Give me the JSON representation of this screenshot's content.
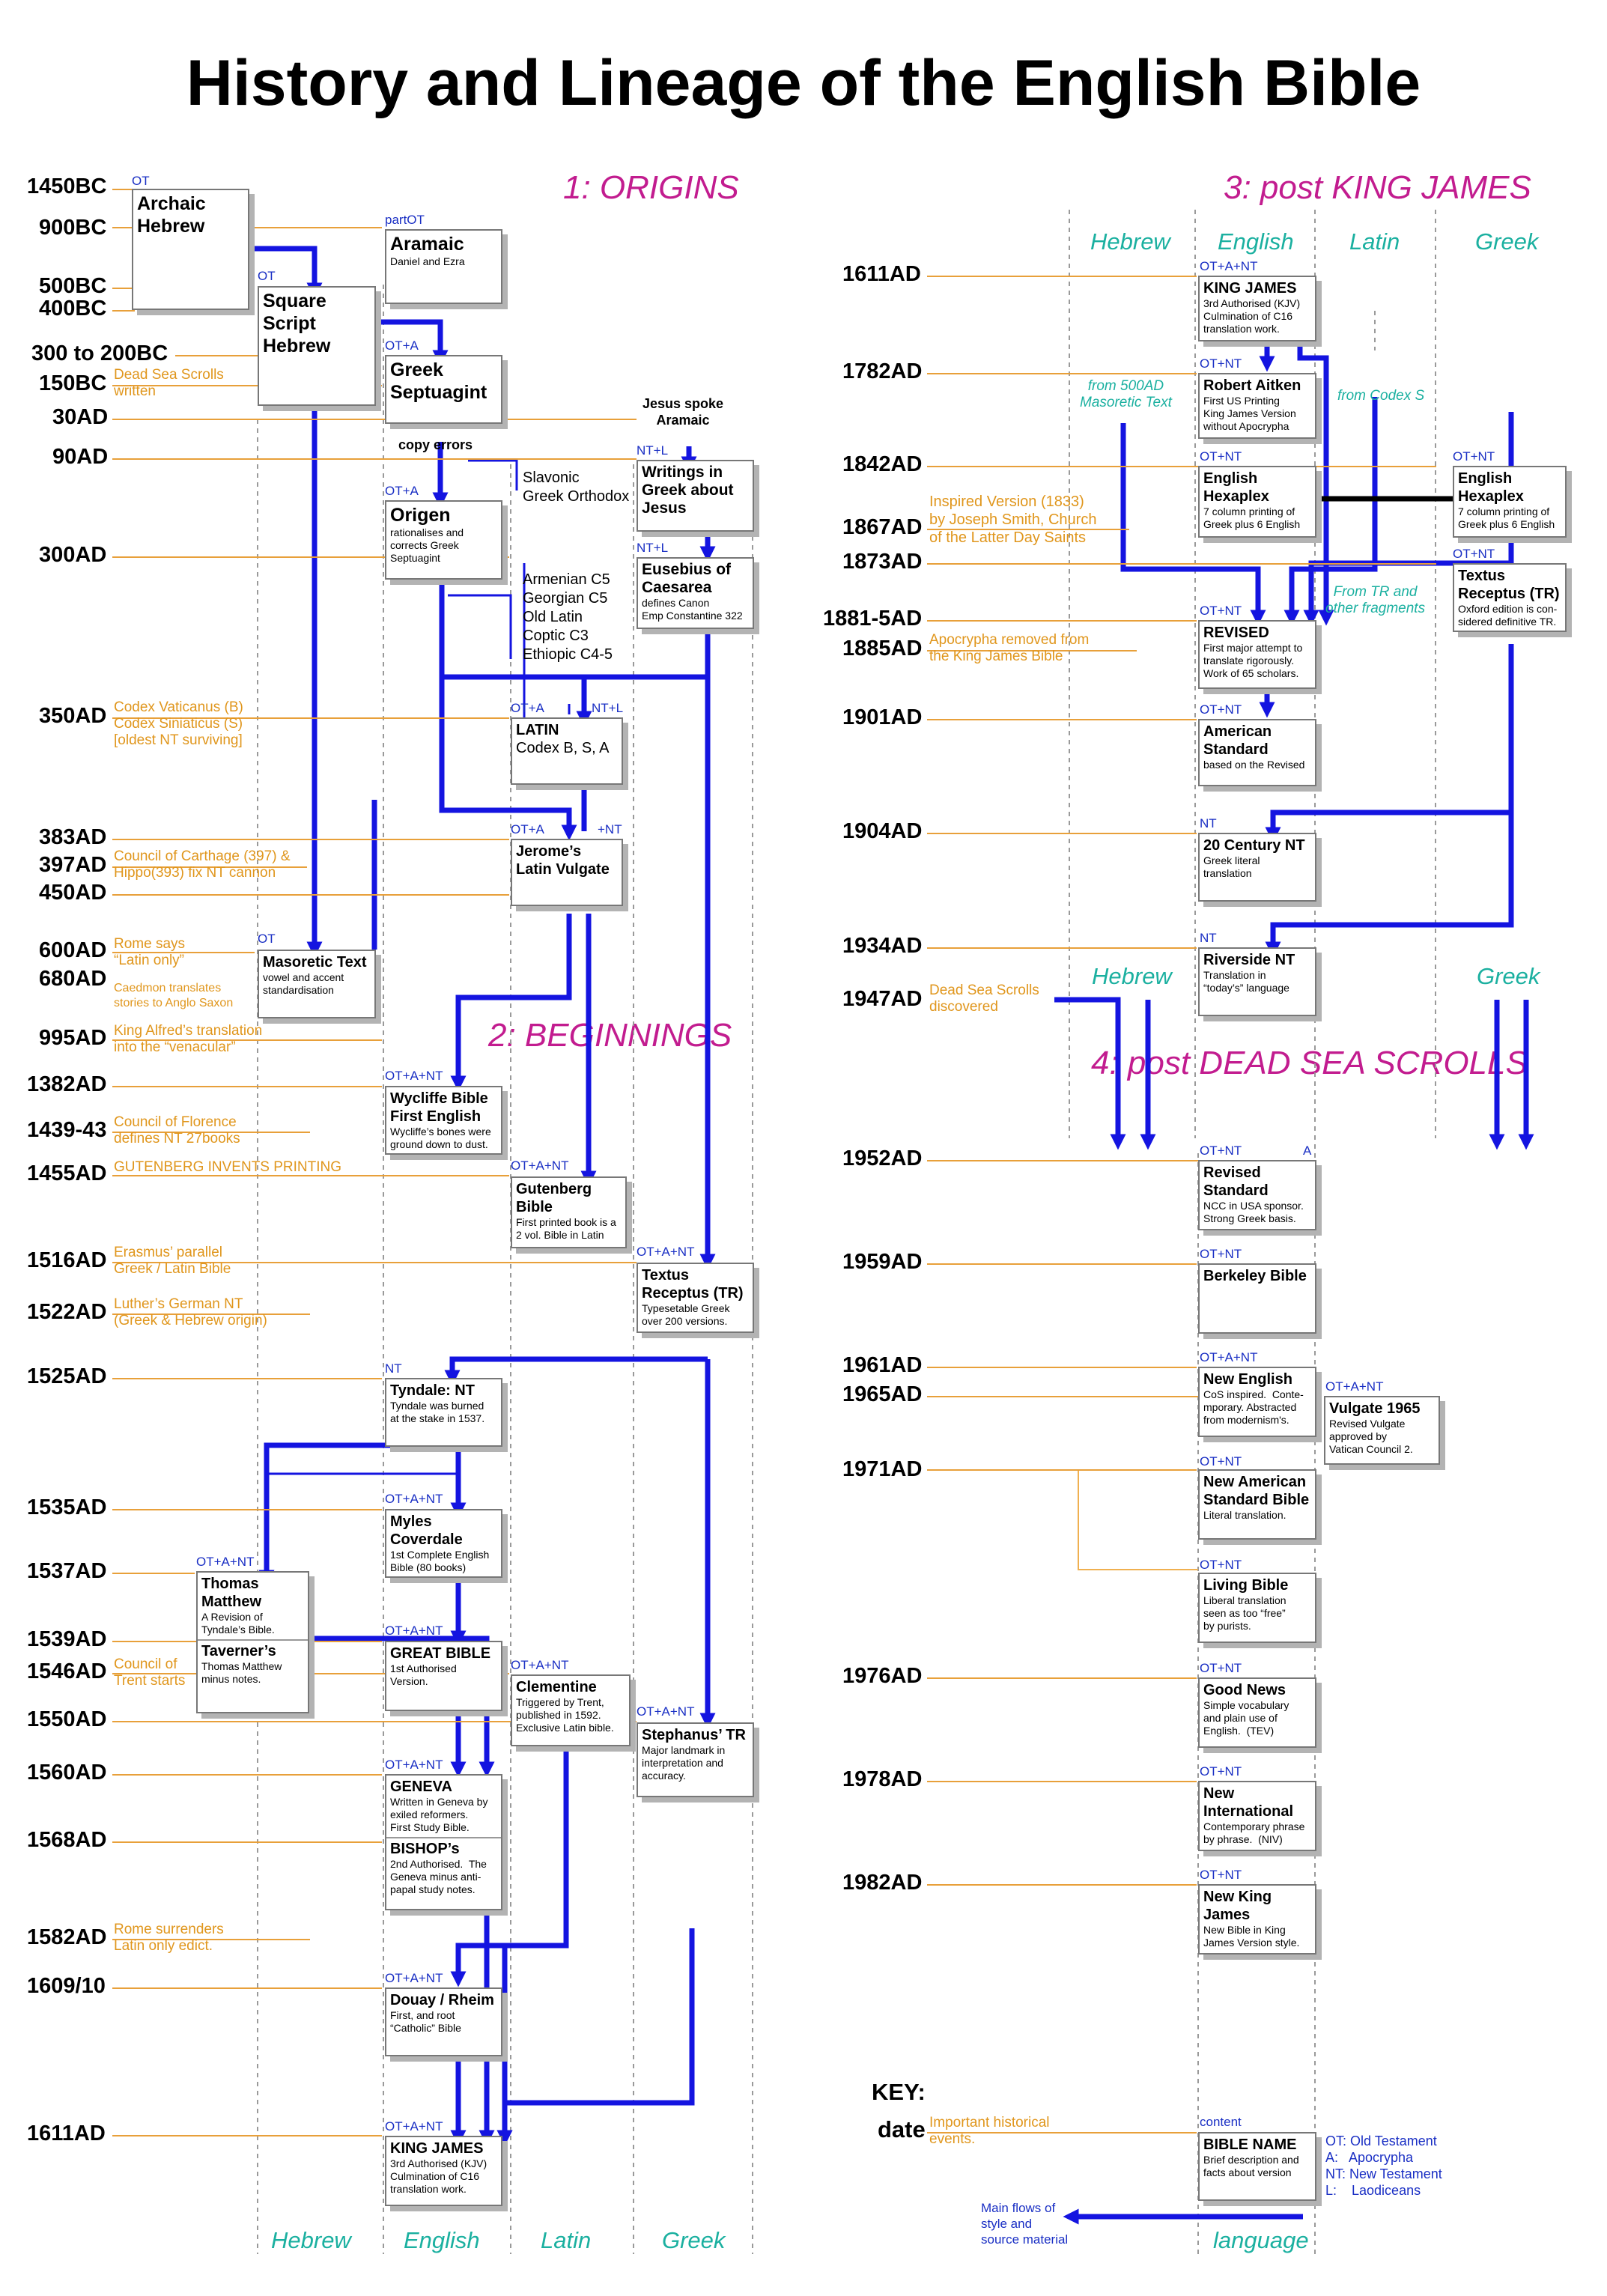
{
  "title": "History and Lineage of the English Bible",
  "sections": {
    "s1": "1: ORIGINS",
    "s2": "2: BEGINNINGS",
    "s3": "3: post KING JAMES",
    "s4": "4: post DEAD SEA SCROLLS"
  },
  "languages": {
    "hebrew": "Hebrew",
    "english": "English",
    "latin": "Latin",
    "greek": "Greek"
  },
  "left_dates": [
    "1450BC",
    "900BC",
    "500BC",
    "400BC",
    "300 to 200BC",
    "150BC",
    "30AD",
    "90AD",
    "300AD",
    "350AD",
    "383AD",
    "397AD",
    "450AD",
    "600AD",
    "680AD",
    "995AD",
    "1382AD",
    "1439-43",
    "1455AD",
    "1516AD",
    "1522AD",
    "1525AD",
    "1535AD",
    "1537AD",
    "1539AD",
    "1546AD",
    "1550AD",
    "1560AD",
    "1568AD",
    "1582AD",
    "1609/10",
    "1611AD"
  ],
  "right_dates": [
    "1611AD",
    "1782AD",
    "1842AD",
    "1867AD",
    "1873AD",
    "1881-5AD",
    "1885AD",
    "1901AD",
    "1904AD",
    "1934AD",
    "1947AD",
    "1952AD",
    "1959AD",
    "1961AD",
    "1965AD",
    "1971AD",
    "1976AD",
    "1978AD",
    "1982AD"
  ],
  "events": {
    "dss": "Dead Sea Scrolls\nwritten",
    "codex": "Codex Vaticanus (B)\nCodex Siniaticus (S)\n[oldest NT surviving]",
    "carthage": "Council of Carthage (397) &\nHippo(393) fix NT cannon",
    "rome": "Rome says\n“Latin only”",
    "caedmon": "Caedmon translates\nstories to Anglo Saxon",
    "alfred": "King Alfred’s translation\ninto the “venacular”",
    "florence": "Council of Florence\ndefines NT 27books",
    "gutenberg": "GUTENBERG INVENTS PRINTING",
    "erasmus": "Erasmus’ parallel\nGreek / Latin Bible",
    "luther": "Luther’s German NT\n(Greek & Hebrew origin)",
    "trent": "Council of\nTrent starts",
    "rome_surr": "Rome surrenders\nLatin only edict.",
    "inspired": "Inspired Version (1833)\nby Joseph Smith, Church\nof the Latter Day Saints",
    "apocrypha": "Apocrypha removed from\nthe King James Bible",
    "dss_disc": "Dead Sea Scrolls\ndiscovered"
  },
  "tags": {
    "ot": "OT",
    "partot": "partOT",
    "ota": "OT+A",
    "ntl": "NT+L",
    "otanta": "OT+A+NT",
    "nt": "NT",
    "otnt": "OT+NT",
    "otaplus": "OT+A",
    "ntplusl": "NT+L",
    "plusnt": "+NT",
    "a": "A",
    "content": "content"
  },
  "boxes": {
    "archaic": {
      "name": "Archaic\nHebrew",
      "desc": ""
    },
    "aramaic": {
      "name": "Aramaic",
      "desc": "Daniel and Ezra"
    },
    "square": {
      "name": "Square\nScript\nHebrew",
      "desc": ""
    },
    "septuagint": {
      "name": "Greek\nSeptuagint",
      "desc": ""
    },
    "writings": {
      "name": "Writings in\nGreek about\nJesus",
      "desc": ""
    },
    "origen": {
      "name": "Origen",
      "desc": "rationalises and\ncorrects Greek\nSeptuagint"
    },
    "eusebius": {
      "name": "Eusebius of\nCaesarea",
      "desc": "defines Canon\nEmp Constantine 322"
    },
    "latin": {
      "name": "LATIN",
      "desc": "Codex B, S, A"
    },
    "vulgate": {
      "name": "Jerome’s\nLatin Vulgate",
      "desc": ""
    },
    "masoretic": {
      "name": "Masoretic Text",
      "desc": "vowel and accent\nstandardisation"
    },
    "wycliffe": {
      "name": "Wycliffe Bible\nFirst English",
      "desc": "Wycliffe’s bones were\nground down to dust."
    },
    "gutenberg": {
      "name": "Gutenberg\nBible",
      "desc": "First printed book is a\n2 vol. Bible in Latin"
    },
    "textus1": {
      "name": "Textus\nReceptus (TR)",
      "desc": "Typesetable Greek\nover 200 versions."
    },
    "tyndale": {
      "name": "Tyndale: NT",
      "desc": "Tyndale was burned\nat the stake in 1537."
    },
    "coverdale": {
      "name": "Myles\nCoverdale",
      "desc": "1st Complete English\nBible (80 books)"
    },
    "matthew": {
      "name": "Thomas\nMatthew",
      "desc": "A Revision of\nTyndale’s Bible."
    },
    "taverner": {
      "name": "Taverner’s",
      "desc": "Thomas Matthew\nminus notes."
    },
    "great": {
      "name": "GREAT BIBLE",
      "desc": "1st Authorised\nVersion."
    },
    "clementine": {
      "name": "Clementine",
      "desc": "Triggered by Trent,\npublished in 1592.\nExclusive Latin bible."
    },
    "stephanus": {
      "name": "Stephanus’ TR",
      "desc": "Major landmark in\ninterpretation and\naccuracy."
    },
    "geneva": {
      "name": "GENEVA",
      "desc": "Written in Geneva by\nexiled reformers.\nFirst Study Bible."
    },
    "bishop": {
      "name": "BISHOP’s",
      "desc": "2nd Authorised.  The\nGeneva minus anti-\npapal study notes."
    },
    "douay": {
      "name": "Douay / Rheim",
      "desc": "First, and root\n“Catholic” Bible"
    },
    "kjv": {
      "name": "KING JAMES",
      "desc": "3rd Authorised (KJV)\nCulmination of C16\ntranslation work."
    },
    "aitken": {
      "name": "Robert Aitken",
      "desc": "First US Printing\nKing James Version\nwithout Apocrypha"
    },
    "hexaplex": {
      "name": "English\nHexaplex",
      "desc": "7 column printing of\nGreek plus 6 English"
    },
    "textus2": {
      "name": "Textus\nReceptus (TR)",
      "desc": "Oxford edition is con-\nsidered definitive TR."
    },
    "revised": {
      "name": "REVISED",
      "desc": "First major attempt to\ntranslate rigorously.\nWork of 65 scholars."
    },
    "american": {
      "name": "American\nStandard",
      "desc": "based on the Revised"
    },
    "c20": {
      "name": "20 Century NT",
      "desc": "Greek literal\ntranslation"
    },
    "riverside": {
      "name": "Riverside NT",
      "desc": "Translation in\n“today’s” language"
    },
    "rsv": {
      "name": "Revised\nStandard",
      "desc": "NCC in USA sponsor.\nStrong Greek basis."
    },
    "berkeley": {
      "name": "Berkeley Bible",
      "desc": ""
    },
    "neb": {
      "name": "New English",
      "desc": "CoS inspired.  Conte-\nmporary. Abstracted\nfrom modernism's."
    },
    "vulgate65": {
      "name": "Vulgate 1965",
      "desc": "Revised Vulgate\napproved by\nVatican Council 2."
    },
    "nasb": {
      "name": "New American\nStandard Bible",
      "desc": "Literal translation."
    },
    "living": {
      "name": "Living Bible",
      "desc": "Liberal translation\nseen as too “free”\nby purists."
    },
    "goodnews": {
      "name": "Good News",
      "desc": "Simple vocabulary\nand plain use of\nEnglish.  (TEV)"
    },
    "niv": {
      "name": "New\nInternational",
      "desc": "Contemporary phrase\nby phrase.  (NIV)"
    },
    "nkjv": {
      "name": "New King\nJames",
      "desc": "New Bible in King\nJames Version style."
    },
    "key": {
      "name": "BIBLE NAME",
      "desc": "Brief description and\nfacts about version"
    }
  },
  "labels": {
    "jesus": "Jesus spoke\nAramaic",
    "copy": "copy  errors",
    "slavonic": "Slavonic\nGreek Orthodox",
    "armenian": "Armenian C5\nGeorgian C5\nOld Latin\nCoptic C3\nEthiopic C4-5",
    "from500": "from 500AD\nMasoretic Text",
    "fromS": "from Codex S",
    "fromTR": "From TR and\nother fragments"
  },
  "key": {
    "title": "KEY:",
    "date": "date",
    "events": "Important historical\nevents.",
    "legend": "OT: Old Testament\nA:   Apocrypha\nNT: New Testament\nL:    Laodiceans",
    "flows": "Main flows of\nstyle and\nsource material",
    "language": "language"
  },
  "colors": {
    "flow": "#1414e0",
    "orange": "#e8a03a",
    "magenta": "#c21c8f",
    "teal": "#1bb0a0"
  }
}
